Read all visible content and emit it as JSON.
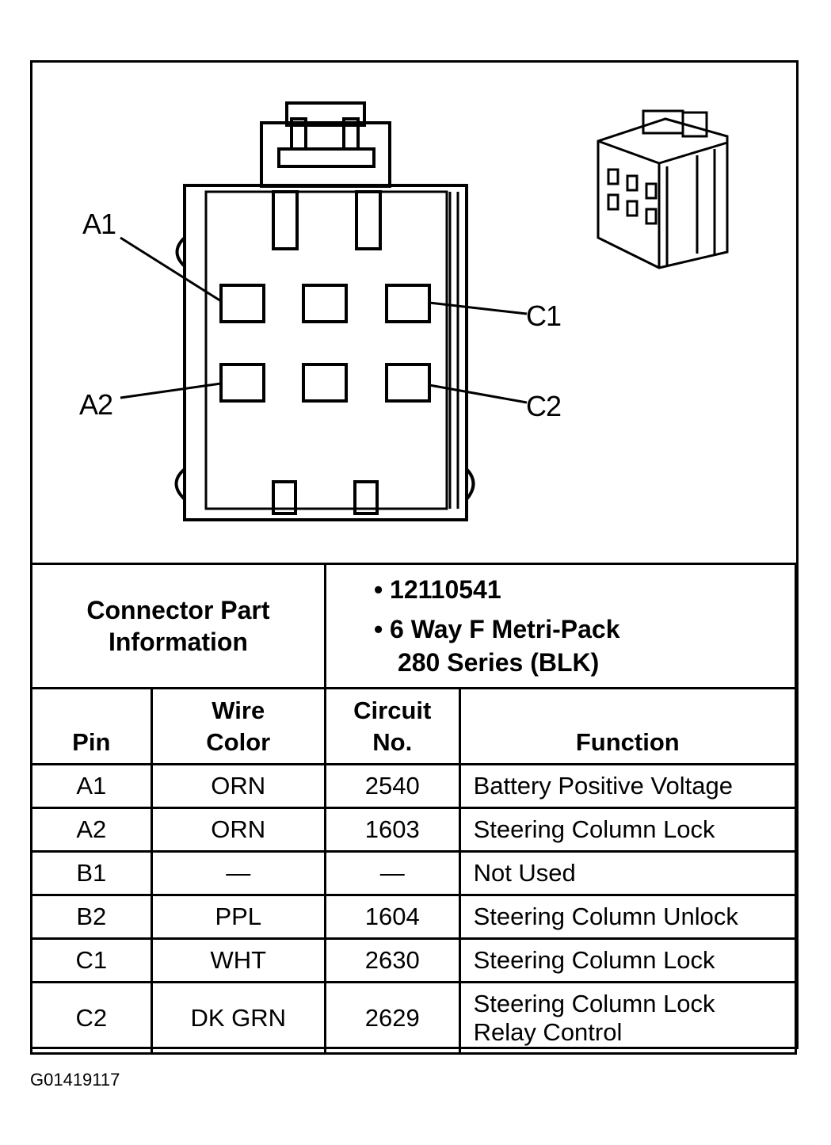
{
  "pin_labels": {
    "a1": "A1",
    "a2": "A2",
    "c1": "C1",
    "c2": "C2"
  },
  "connector_info": {
    "label_line1": "Connector Part",
    "label_line2": "Information",
    "part_number": "• 12110541",
    "description_line1": "• 6 Way F Metri-Pack",
    "description_line2": "280 Series (BLK)"
  },
  "table": {
    "headers": {
      "pin": "Pin",
      "wire_color_line1": "Wire",
      "wire_color_line2": "Color",
      "circuit_line1": "Circuit",
      "circuit_line2": "No.",
      "function": "Function"
    },
    "rows": [
      {
        "pin": "A1",
        "color": "ORN",
        "circuit": "2540",
        "function": "Battery Positive Voltage",
        "function2": ""
      },
      {
        "pin": "A2",
        "color": "ORN",
        "circuit": "1603",
        "function": "Steering Column Lock",
        "function2": ""
      },
      {
        "pin": "B1",
        "color": "—",
        "circuit": "—",
        "function": "Not Used",
        "function2": ""
      },
      {
        "pin": "B2",
        "color": "PPL",
        "circuit": "1604",
        "function": "Steering Column Unlock",
        "function2": ""
      },
      {
        "pin": "C1",
        "color": "WHT",
        "circuit": "2630",
        "function": "Steering Column Lock",
        "function2": ""
      },
      {
        "pin": "C2",
        "color": "DK GRN",
        "circuit": "2629",
        "function": "Steering Column Lock",
        "function2": "Relay Control"
      }
    ]
  },
  "caption": "G01419117"
}
